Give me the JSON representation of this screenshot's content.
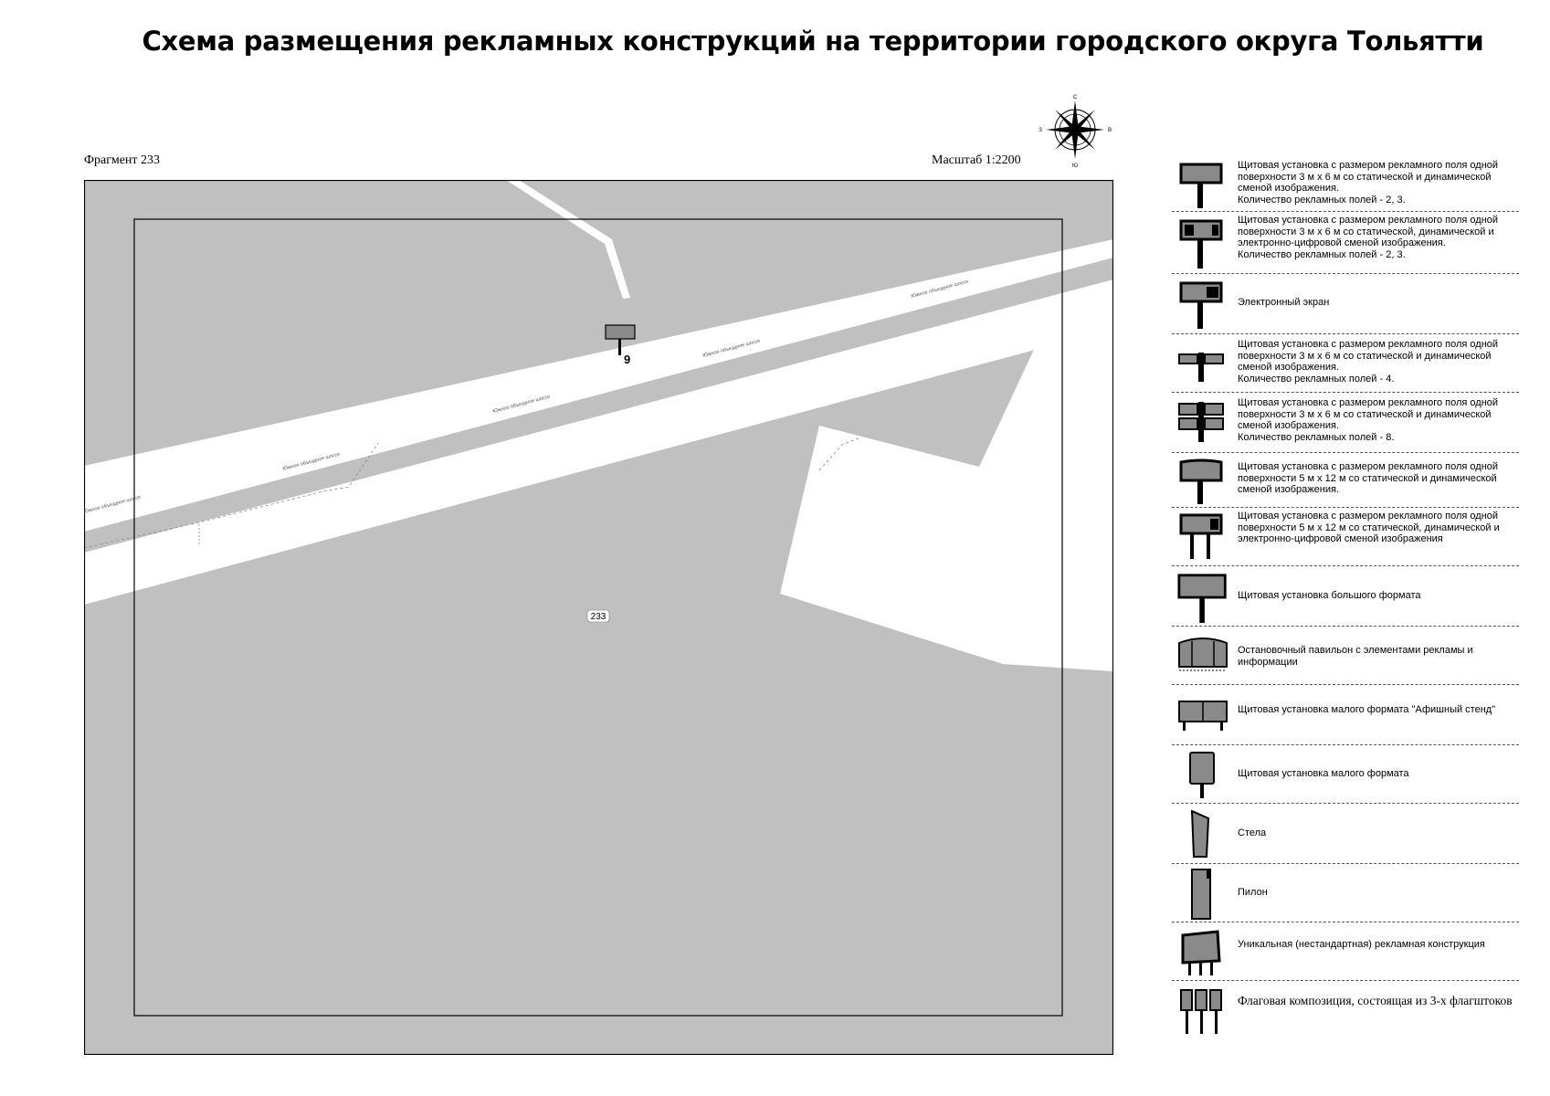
{
  "header": {
    "title": "Схема размещения рекламных конструкций на территории городского округа Тольятти",
    "fragment": "Фрагмент 233",
    "scale": "Масштаб 1:2200"
  },
  "compass": {
    "north": "С",
    "south": "Ю",
    "west": "З",
    "east": "В"
  },
  "map": {
    "parcel_label": "233",
    "site_number": "9",
    "road_labels": [
      "Южное объездное шоссе",
      "Южное объездное шоссе",
      "Южное объездное шоссе",
      "Южное объездное шоссе",
      "Южное объездное шоссе"
    ],
    "colors": {
      "land": "#c0c0c0",
      "road": "#ffffff",
      "sign": "#8a8a8a"
    }
  },
  "legend": [
    {
      "icon": "billboard-3x6-icon",
      "text": "Щитовая установка с размером рекламного поля одной поверхности 3 м х 6 м со статической и динамической сменой изображения.",
      "text2": "Количество рекламных полей - 2, 3."
    },
    {
      "icon": "billboard-3x6-digital-icon",
      "text": "Щитовая установка с размером рекламного поля одной поверхности 3 м х 6 м со статической, динамической и электронно-цифровой сменой изображения.",
      "text2": "Количество рекламных полей - 2, 3."
    },
    {
      "icon": "electronic-screen-icon",
      "text": "Электронный экран",
      "text2": ""
    },
    {
      "icon": "billboard-4-fields-icon",
      "text": "Щитовая установка с размером рекламного поля одной поверхности 3 м х 6 м со статической и динамической сменой изображения.",
      "text2": "Количество рекламных полей - 4."
    },
    {
      "icon": "billboard-8-fields-icon",
      "text": "Щитовая установка с размером рекламного поля одной поверхности 3 м х 6 м со статической и динамической сменой изображения.",
      "text2": "Количество рекламных полей - 8."
    },
    {
      "icon": "billboard-5x12-icon",
      "text": "Щитовая установка с размером рекламного поля одной поверхности 5 м х 12 м со статической и динамической сменой изображения.",
      "text2": ""
    },
    {
      "icon": "billboard-5x12-digital-icon",
      "text": "Щитовая установка с размером рекламного поля одной поверхности 5 м х 12 м со статической, динамической и электронно-цифровой сменой изображения",
      "text2": ""
    },
    {
      "icon": "large-format-billboard-icon",
      "text": "Щитовая установка большого формата",
      "text2": ""
    },
    {
      "icon": "bus-stop-pavilion-icon",
      "text": "Остановочный павильон с элементами рекламы и информации",
      "text2": ""
    },
    {
      "icon": "poster-stand-icon",
      "text": "Щитовая установка малого формата \"Афишный стенд\"",
      "text2": ""
    },
    {
      "icon": "small-format-sign-icon",
      "text": "Щитовая установка малого формата",
      "text2": ""
    },
    {
      "icon": "stele-icon",
      "text": "Стела",
      "text2": ""
    },
    {
      "icon": "pylon-icon",
      "text": "Пилон",
      "text2": ""
    },
    {
      "icon": "unique-structure-icon",
      "text": "Уникальная (нестандартная) рекламная конструкция",
      "text2": ""
    },
    {
      "icon": "flag-composition-icon",
      "text": "Флаговая композиция, состоящая из 3-х флагштоков",
      "text2": ""
    }
  ]
}
